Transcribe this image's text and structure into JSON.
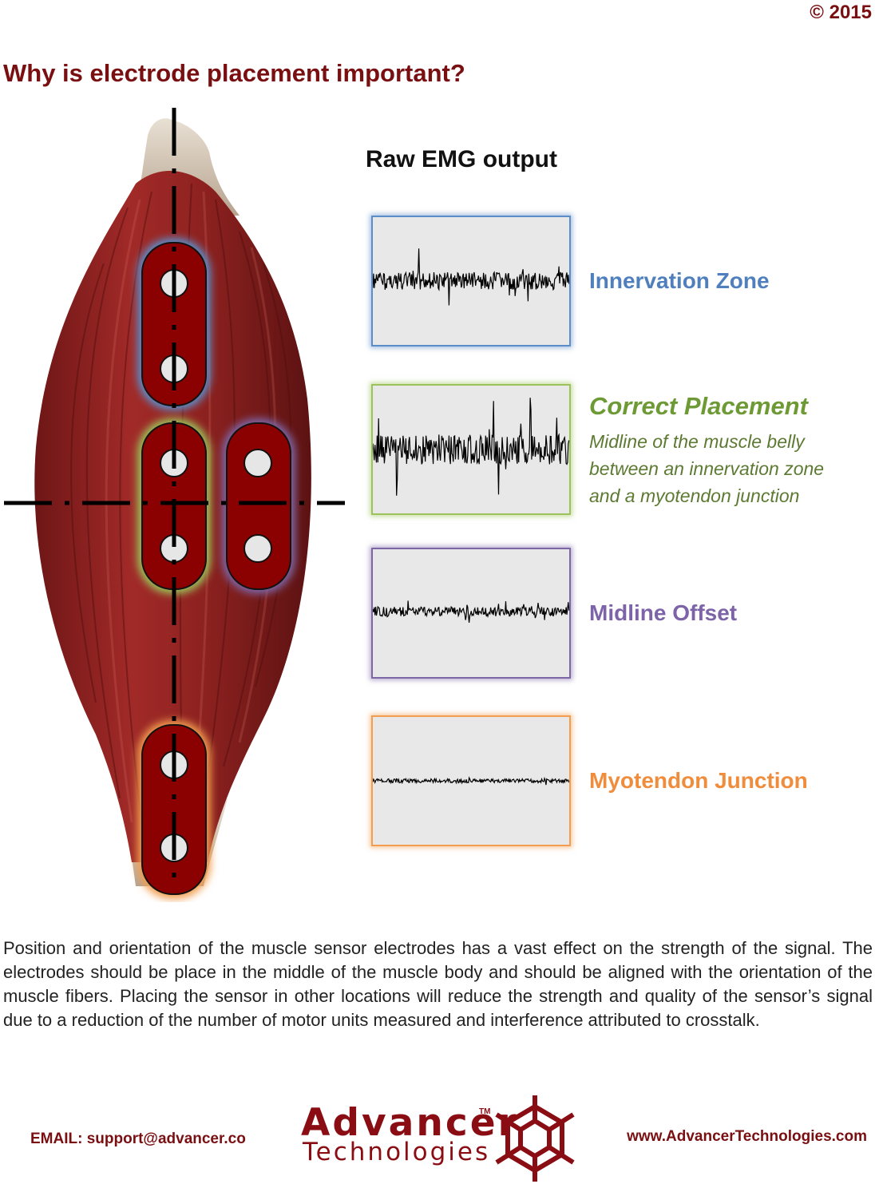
{
  "header": {
    "copyright": "© 2015",
    "title": "Why is electrode placement important?"
  },
  "figure": {
    "output_title": "Raw EMG output",
    "panels": [
      {
        "label": "Innervation Zone",
        "color": "#4f7fbd",
        "amplitude": "medium"
      },
      {
        "label": "Correct Placement",
        "color": "#6e9a35",
        "amplitude": "high",
        "description": [
          "Midline of the muscle belly",
          "between an innervation zone",
          "and a myotendon junction"
        ]
      },
      {
        "label": "Midline Offset",
        "color": "#7d63a8",
        "amplitude": "low"
      },
      {
        "label": "Myotendon Junction",
        "color": "#f08d3c",
        "amplitude": "very-low"
      }
    ]
  },
  "body": {
    "paragraph": "Position and orientation of the muscle sensor electrodes has a vast effect on the strength of the signal. The electrodes should be place in the middle of the muscle body and should be aligned with the orientation of the muscle fibers. Placing the sensor in other locations will reduce the strength and quality of the sensor’s signal due to a reduction of the number of motor units measured and interference attributed to crosstalk."
  },
  "footer": {
    "email": "EMAIL: support@advancer.co",
    "logo_main": "Advancer",
    "logo_sub": "Technologies",
    "logo_tm": "TM",
    "website": "www.AdvancerTechnologies.com"
  }
}
